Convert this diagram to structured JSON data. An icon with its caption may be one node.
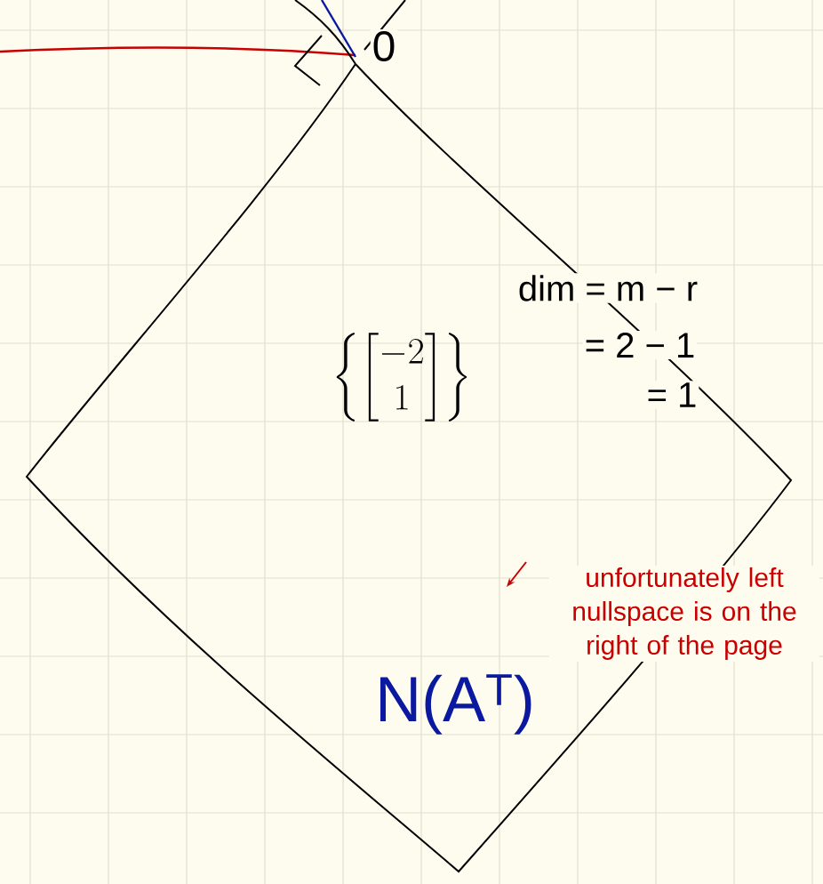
{
  "diagram": {
    "nodes": [
      {
        "text": [
          "\\left\\{\\begin{bmatrix}-2\\\\1\\end{bmatrix}\\right\\}",
          "N(A$^{T}$)"
        ]
      }
    ],
    "edges": [],
    "labels": [
      "0",
      "dim = m − r",
      "= 2 − 1",
      "= 1",
      "unfortunately left nullspace is on the right of the page"
    ]
  }
}
